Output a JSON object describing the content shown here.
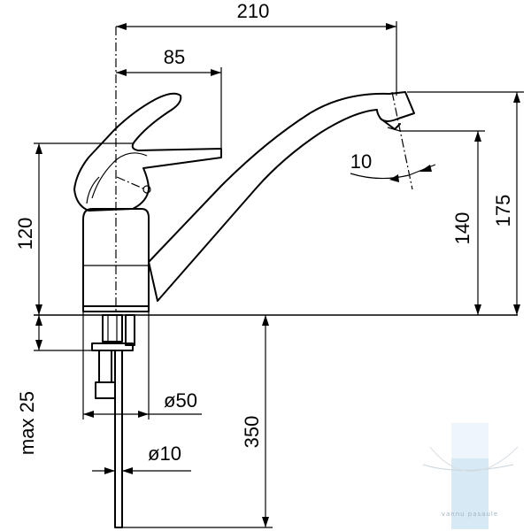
{
  "drawing": {
    "dimensions": {
      "overall_reach": "210",
      "lever_reach": "85",
      "spout_angle": "10",
      "body_height": "120",
      "aerator_height": "140",
      "total_height": "175",
      "max_deck_thickness": "max 25",
      "base_diameter": "ø50",
      "hose_diameter": "ø10",
      "hose_length": "350"
    },
    "watermark": {
      "text": "vannu pasaule",
      "color": "#9fc3de"
    }
  }
}
